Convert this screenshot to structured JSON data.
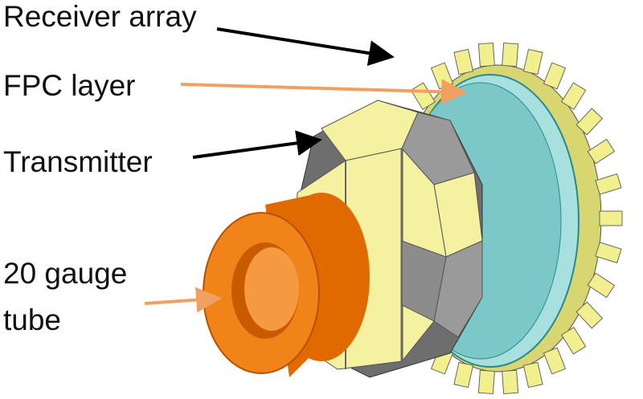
{
  "labels": {
    "receiver_array": "Receiver array",
    "fpc_layer": "FPC layer",
    "transmitter": "Transmitter",
    "tube_line1": "20 gauge",
    "tube_line2": "tube"
  },
  "colors": {
    "receiver": "#f2f08e",
    "fpc": "#a8e0e0",
    "transmitter_gray": "#8c8c8c",
    "transmitter_yellow": "#f4f2a0",
    "tube": "#f07d10",
    "arrow_black": "#000000",
    "arrow_orange": "#f0a060"
  }
}
